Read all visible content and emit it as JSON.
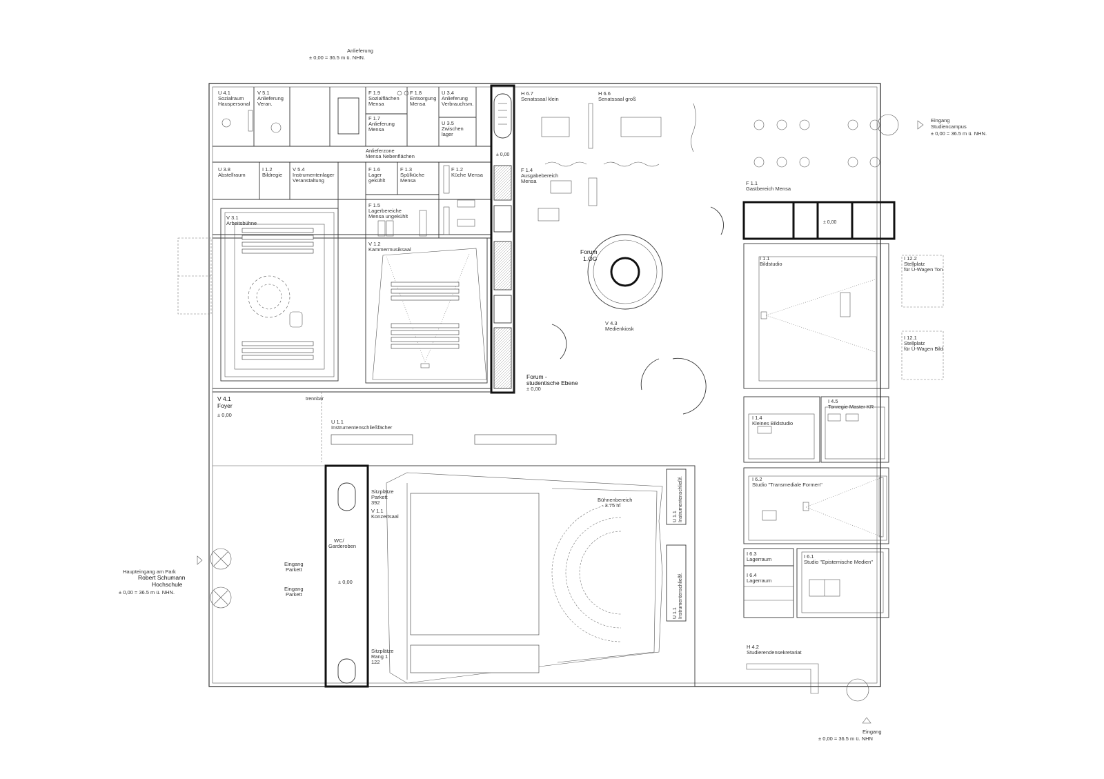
{
  "top_marker": {
    "line1": "Anlieferung",
    "line2": "± 0,00  = 36.5 m ü. NHN."
  },
  "right_marker": {
    "line1": "Eingang",
    "line2": "Studiencampus",
    "line3": "± 0,00  = 36.5 m ü. NHN."
  },
  "bottom_marker": {
    "line1": "Eingang",
    "line2": "± 0,00  = 36.5 m ü. NHN"
  },
  "left_marker": {
    "line1": "Haupteingang am Park",
    "line2": "Robert Schumann",
    "line3": "Hochschule",
    "line4": "± 0,00  = 36.5 m ü. NHN."
  },
  "rooms": {
    "u41": {
      "code": "U 4.1",
      "name1": "Sozialraum",
      "name2": "Hauspersonal"
    },
    "v51": {
      "code": "V 5.1",
      "name1": "Anlieferung",
      "name2": "Veran."
    },
    "f19": {
      "code": "F 1.9",
      "name1": "Sozialflächen",
      "name2": "Mensa"
    },
    "f18": {
      "code": "F 1.8",
      "name1": "Entsorgung",
      "name2": "Mensa"
    },
    "u34": {
      "code": "U 3.4",
      "name1": "Anlieferung",
      "name2": "Verbrauchsm."
    },
    "f17": {
      "code": "F 1.7",
      "name1": "Anlieferung",
      "name2": "Mensa"
    },
    "u35": {
      "code": "U 3.5",
      "name1": "Zwischen",
      "name2": "lager"
    },
    "lz": {
      "name1": "Anlieferzone",
      "name2": "Mensa Nebenflächen"
    },
    "u38": {
      "code": "U 3.8",
      "name1": "Abstellraum"
    },
    "i12": {
      "code": "I 1.2",
      "name1": "Bildregie"
    },
    "v54": {
      "code": "V 5.4",
      "name1": "Instrumentenlager",
      "name2": "Veranstaltung"
    },
    "f16": {
      "code": "F 1.6",
      "name1": "Lager",
      "name2": "gekühlt"
    },
    "f13": {
      "code": "F 1.3",
      "name1": "Spülküche",
      "name2": "Mensa"
    },
    "f12": {
      "code": "F 1.2",
      "name1": "Küche Mensa"
    },
    "f15": {
      "code": "F 1.5",
      "name1": "Lagerbereiche",
      "name2": "Mensa ungekühlt"
    },
    "v31": {
      "code": "V 3.1",
      "name1": "Arbeitsbühne"
    },
    "v12": {
      "code": "V 1.2",
      "name1": "Kammermusiksaal"
    },
    "h67": {
      "code": "H 6.7",
      "name1": "Senatssaal klein"
    },
    "h66": {
      "code": "H 6.6",
      "name1": "Senatssaal groß"
    },
    "f14": {
      "code": "F 1.4",
      "name1": "Ausgabebereich",
      "name2": "Mensa"
    },
    "f11": {
      "code": "F 1.1",
      "name1": "Gastbereich Mensa"
    },
    "forum1og": {
      "name1": "Forum",
      "name2": "1.OG"
    },
    "v43": {
      "code": "V 4.3",
      "name1": "Medienkiosk"
    },
    "forum": {
      "name1": "Forum -",
      "name2": "studentische Ebene",
      "level": "± 0,00"
    },
    "i11": {
      "code": "I 1.1",
      "name1": "Bildstudio"
    },
    "i122": {
      "code": "I 12.2",
      "name1": "Stellplatz",
      "name2": "für Ü-Wagen Ton"
    },
    "i121": {
      "code": "I 12.1",
      "name1": "Stellplatz",
      "name2": "für Ü-Wagen Bild"
    },
    "v41": {
      "code": "V 4.1",
      "name1": "Foyer",
      "level": "± 0,00"
    },
    "trennbar": {
      "name1": "trennbar"
    },
    "u11": {
      "code": "U 1.1",
      "name1": "Instrumentenschließfächer"
    },
    "i14": {
      "code": "I 1.4",
      "name1": "Kleines Bildstudio"
    },
    "i45": {
      "code": "I 4.5",
      "name1": "Tonregie Master KR"
    },
    "i62": {
      "code": "I 6.2",
      "name1": "Studio \"Transmediale Formen\""
    },
    "i63": {
      "code": "I 6.3",
      "name1": "Lagerraum"
    },
    "i64": {
      "code": "I 6.4",
      "name1": "Lagerraum"
    },
    "i61": {
      "code": "I 6.1",
      "name1": "Studio \"Epistemische Medien\""
    },
    "h42": {
      "code": "H 4.2",
      "name1": "Studierendensekretariat"
    },
    "parkett": {
      "name1": "Sitzplätze",
      "name2": "Parkett",
      "count": "392"
    },
    "v11": {
      "code": "V 1.1",
      "name1": "Konzertsaal"
    },
    "buehne": {
      "name1": "Bühnenbereich",
      "level": "- 3.75 m"
    },
    "wc": {
      "name1": "WC/",
      "name2": "Garderoben"
    },
    "eingang1": {
      "name1": "Eingang",
      "name2": "Parkett"
    },
    "eingang2": {
      "name1": "Eingang",
      "name2": "Parkett"
    },
    "rang": {
      "name1": "Sitzplätze",
      "name2": "Rang 1",
      "count": "122"
    },
    "u11b": {
      "code": "U 1.1",
      "name1": "Instrumentenschließf."
    },
    "u11c": {
      "code": "U 1.1",
      "name1": "Instrumentenschließf."
    }
  },
  "levels": {
    "core_top": "± 0,00",
    "core_right": "± 0,00",
    "wc_level": "± 0,00"
  }
}
